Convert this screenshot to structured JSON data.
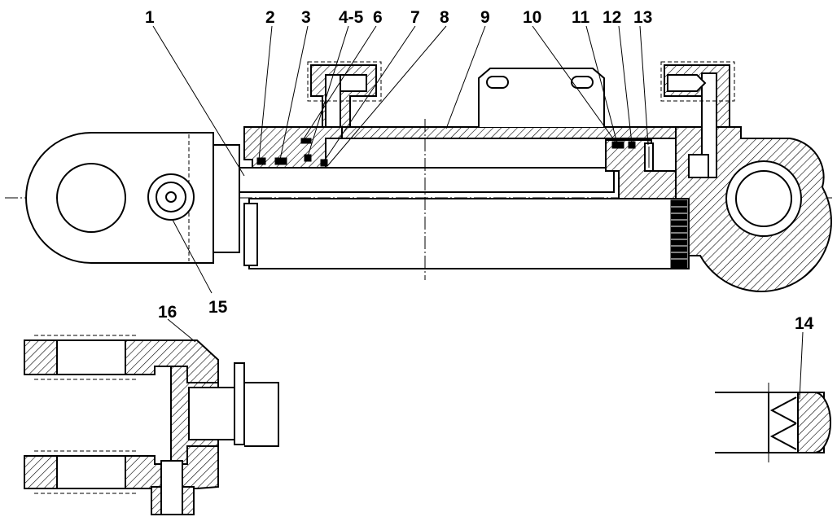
{
  "labels": {
    "l1": "1",
    "l2": "2",
    "l3": "3",
    "l4": "4-5",
    "l5": "6",
    "l6": "7",
    "l7": "8",
    "l8": "9",
    "l9": "10",
    "l10": "11",
    "l11": "12",
    "l12": "13",
    "l13": "14",
    "l14": "15",
    "l15": "16"
  }
}
